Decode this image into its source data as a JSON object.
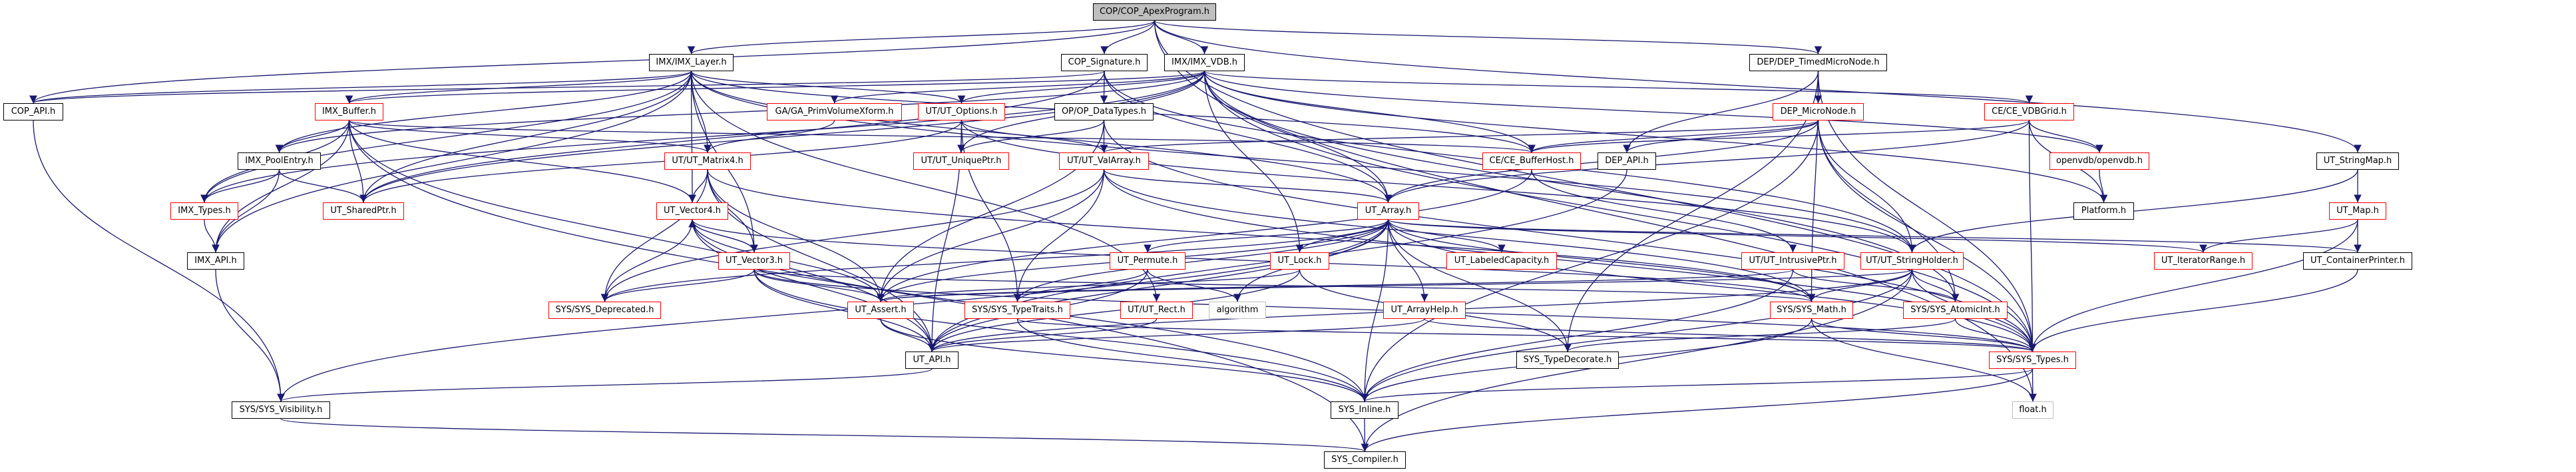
{
  "graph": {
    "title": "COP/COP_ApexProgram.h",
    "edge_color": "#191970",
    "legend_colors": {
      "default_border": "#000000",
      "incomplete_border": "#ff0000",
      "external_border": "#bfbfbf",
      "root_fill": "#bfbfbf"
    },
    "nodes": [
      {
        "id": "root",
        "label": "COP/COP_ApexProgram.h",
        "style": "root"
      },
      {
        "id": "imx_layer",
        "label": "IMX/IMX_Layer.h",
        "style": "black"
      },
      {
        "id": "cop_signature",
        "label": "COP_Signature.h",
        "style": "black"
      },
      {
        "id": "imx_vdb",
        "label": "IMX/IMX_VDB.h",
        "style": "black"
      },
      {
        "id": "dep_timed",
        "label": "DEP/DEP_TimedMicroNode.h",
        "style": "black"
      },
      {
        "id": "cop_api",
        "label": "COP_API.h",
        "style": "black"
      },
      {
        "id": "imx_buffer",
        "label": "IMX_Buffer.h",
        "style": "red"
      },
      {
        "id": "ga_pvx",
        "label": "GA/GA_PrimVolumeXform.h",
        "style": "red"
      },
      {
        "id": "ut_options",
        "label": "UT/UT_Options.h",
        "style": "red"
      },
      {
        "id": "op_datatypes",
        "label": "OP/OP_DataTypes.h",
        "style": "black"
      },
      {
        "id": "dep_micronode",
        "label": "DEP_MicroNode.h",
        "style": "red"
      },
      {
        "id": "ce_vdbgrid",
        "label": "CE/CE_VDBGrid.h",
        "style": "red"
      },
      {
        "id": "imx_poolentry",
        "label": "IMX_PoolEntry.h",
        "style": "black"
      },
      {
        "id": "ut_matrix4",
        "label": "UT/UT_Matrix4.h",
        "style": "red"
      },
      {
        "id": "ut_uniqueptr",
        "label": "UT/UT_UniquePtr.h",
        "style": "red"
      },
      {
        "id": "ut_valarray",
        "label": "UT/UT_ValArray.h",
        "style": "red"
      },
      {
        "id": "ce_bufferhost",
        "label": "CE/CE_BufferHost.h",
        "style": "red"
      },
      {
        "id": "dep_api",
        "label": "DEP_API.h",
        "style": "black"
      },
      {
        "id": "openvdb",
        "label": "openvdb/openvdb.h",
        "style": "red"
      },
      {
        "id": "ut_stringmap",
        "label": "UT_StringMap.h",
        "style": "black"
      },
      {
        "id": "imx_types",
        "label": "IMX_Types.h",
        "style": "red"
      },
      {
        "id": "ut_sharedptr",
        "label": "UT_SharedPtr.h",
        "style": "red"
      },
      {
        "id": "ut_vector4",
        "label": "UT_Vector4.h",
        "style": "red"
      },
      {
        "id": "ut_array",
        "label": "UT_Array.h",
        "style": "red"
      },
      {
        "id": "platform",
        "label": "Platform.h",
        "style": "black"
      },
      {
        "id": "ut_map",
        "label": "UT_Map.h",
        "style": "red"
      },
      {
        "id": "imx_api",
        "label": "IMX_API.h",
        "style": "black"
      },
      {
        "id": "ut_vector3",
        "label": "UT_Vector3.h",
        "style": "red"
      },
      {
        "id": "ut_permute",
        "label": "UT_Permute.h",
        "style": "red"
      },
      {
        "id": "ut_lock",
        "label": "UT_Lock.h",
        "style": "red"
      },
      {
        "id": "ut_labeledcap",
        "label": "UT_LabeledCapacity.h",
        "style": "red"
      },
      {
        "id": "ut_intrusiveptr",
        "label": "UT/UT_IntrusivePtr.h",
        "style": "red"
      },
      {
        "id": "ut_stringholder",
        "label": "UT/UT_StringHolder.h",
        "style": "red"
      },
      {
        "id": "ut_iteratorrange",
        "label": "UT_IteratorRange.h",
        "style": "red"
      },
      {
        "id": "ut_containerprinter",
        "label": "UT_ContainerPrinter.h",
        "style": "black"
      },
      {
        "id": "sys_deprecated",
        "label": "SYS/SYS_Deprecated.h",
        "style": "red"
      },
      {
        "id": "ut_assert",
        "label": "UT_Assert.h",
        "style": "red"
      },
      {
        "id": "sys_typetraits",
        "label": "SYS/SYS_TypeTraits.h",
        "style": "red"
      },
      {
        "id": "ut_rect",
        "label": "UT/UT_Rect.h",
        "style": "red"
      },
      {
        "id": "algorithm",
        "label": "algorithm",
        "style": "gray"
      },
      {
        "id": "ut_arrayhelp",
        "label": "UT_ArrayHelp.h",
        "style": "red"
      },
      {
        "id": "sys_math",
        "label": "SYS/SYS_Math.h",
        "style": "red"
      },
      {
        "id": "sys_atomicint",
        "label": "SYS/SYS_AtomicInt.h",
        "style": "red"
      },
      {
        "id": "ut_api",
        "label": "UT_API.h",
        "style": "black"
      },
      {
        "id": "sys_typedecorate",
        "label": "SYS_TypeDecorate.h",
        "style": "black"
      },
      {
        "id": "sys_types",
        "label": "SYS/SYS_Types.h",
        "style": "red"
      },
      {
        "id": "sys_visibility",
        "label": "SYS/SYS_Visibility.h",
        "style": "black"
      },
      {
        "id": "sys_inline",
        "label": "SYS_Inline.h",
        "style": "black"
      },
      {
        "id": "float_h",
        "label": "float.h",
        "style": "gray"
      },
      {
        "id": "sys_compiler",
        "label": "SYS_Compiler.h",
        "style": "black"
      }
    ],
    "edges": [
      [
        "root",
        "imx_layer"
      ],
      [
        "root",
        "cop_signature"
      ],
      [
        "root",
        "imx_vdb"
      ],
      [
        "root",
        "dep_timed"
      ],
      [
        "root",
        "cop_api"
      ],
      [
        "root",
        "ut_stringmap"
      ],
      [
        "root",
        "sys_types"
      ],
      [
        "root",
        "float_h"
      ],
      [
        "imx_layer",
        "cop_api"
      ],
      [
        "imx_layer",
        "imx_buffer"
      ],
      [
        "imx_layer",
        "imx_poolentry"
      ],
      [
        "imx_layer",
        "imx_types"
      ],
      [
        "imx_layer",
        "imx_api"
      ],
      [
        "imx_layer",
        "ut_sharedptr"
      ],
      [
        "imx_layer",
        "ut_matrix4"
      ],
      [
        "imx_layer",
        "ut_vector4"
      ],
      [
        "imx_layer",
        "ut_vector3"
      ],
      [
        "imx_layer",
        "ut_options"
      ],
      [
        "imx_layer",
        "ut_array"
      ],
      [
        "imx_layer",
        "ut_rect"
      ],
      [
        "imx_layer",
        "ce_bufferhost"
      ],
      [
        "imx_layer",
        "ut_stringholder"
      ],
      [
        "cop_signature",
        "cop_api"
      ],
      [
        "cop_signature",
        "op_datatypes"
      ],
      [
        "cop_signature",
        "ut_array"
      ],
      [
        "cop_signature",
        "ut_stringholder"
      ],
      [
        "cop_signature",
        "ut_sharedptr"
      ],
      [
        "imx_vdb",
        "imx_buffer"
      ],
      [
        "imx_vdb",
        "ga_pvx"
      ],
      [
        "imx_vdb",
        "ut_options"
      ],
      [
        "imx_vdb",
        "ut_uniqueptr"
      ],
      [
        "imx_vdb",
        "ce_vdbgrid"
      ],
      [
        "imx_vdb",
        "ce_bufferhost"
      ],
      [
        "imx_vdb",
        "openvdb"
      ],
      [
        "imx_vdb",
        "ut_lock"
      ],
      [
        "imx_vdb",
        "ut_array"
      ],
      [
        "imx_vdb",
        "ut_sharedptr"
      ],
      [
        "imx_vdb",
        "imx_types"
      ],
      [
        "imx_vdb",
        "imx_poolentry"
      ],
      [
        "imx_vdb",
        "sys_types"
      ],
      [
        "imx_vdb",
        "sys_atomicint"
      ],
      [
        "imx_vdb",
        "platform"
      ],
      [
        "dep_timed",
        "dep_micronode"
      ],
      [
        "dep_timed",
        "dep_api"
      ],
      [
        "dep_timed",
        "sys_typedecorate"
      ],
      [
        "dep_timed",
        "sys_types"
      ],
      [
        "dep_timed",
        "sys_math"
      ],
      [
        "cop_api",
        "sys_visibility"
      ],
      [
        "imx_buffer",
        "imx_poolentry"
      ],
      [
        "imx_buffer",
        "imx_types"
      ],
      [
        "imx_buffer",
        "imx_api"
      ],
      [
        "imx_buffer",
        "ut_sharedptr"
      ],
      [
        "imx_buffer",
        "ut_vector4"
      ],
      [
        "imx_buffer",
        "ut_matrix4"
      ],
      [
        "imx_buffer",
        "ce_bufferhost"
      ],
      [
        "imx_buffer",
        "ut_api"
      ],
      [
        "imx_buffer",
        "sys_compiler"
      ],
      [
        "ga_pvx",
        "ut_matrix4"
      ],
      [
        "ut_options",
        "ut_uniqueptr"
      ],
      [
        "ut_options",
        "ut_valarray"
      ],
      [
        "ut_options",
        "ut_stringholder"
      ],
      [
        "ut_options",
        "sys_typetraits"
      ],
      [
        "ut_options",
        "ut_api"
      ],
      [
        "ut_options",
        "ut_sharedptr"
      ],
      [
        "op_datatypes",
        "ut_uniqueptr"
      ],
      [
        "op_datatypes",
        "ut_valarray"
      ],
      [
        "op_datatypes",
        "sys_types"
      ],
      [
        "op_datatypes",
        "ut_assert"
      ],
      [
        "dep_micronode",
        "dep_api"
      ],
      [
        "dep_micronode",
        "ce_bufferhost"
      ],
      [
        "dep_micronode",
        "ut_valarray"
      ],
      [
        "dep_micronode",
        "ut_array"
      ],
      [
        "dep_micronode",
        "ut_stringholder"
      ],
      [
        "dep_micronode",
        "sys_types"
      ],
      [
        "dep_micronode",
        "sys_atomicint"
      ],
      [
        "dep_micronode",
        "sys_inline"
      ],
      [
        "ce_vdbgrid",
        "openvdb"
      ],
      [
        "ce_vdbgrid",
        "platform"
      ],
      [
        "ce_vdbgrid",
        "ce_bufferhost"
      ],
      [
        "ce_vdbgrid",
        "ut_array"
      ],
      [
        "ce_vdbgrid",
        "sys_types"
      ],
      [
        "imx_poolentry",
        "imx_types"
      ],
      [
        "imx_poolentry",
        "imx_api"
      ],
      [
        "imx_poolentry",
        "ut_sharedptr"
      ],
      [
        "ut_matrix4",
        "ut_vector4"
      ],
      [
        "ut_matrix4",
        "ut_vector3"
      ],
      [
        "ut_matrix4",
        "ut_assert"
      ],
      [
        "ut_matrix4",
        "sys_math"
      ],
      [
        "ut_matrix4",
        "ut_api"
      ],
      [
        "ut_matrix4",
        "sys_deprecated"
      ],
      [
        "ut_valarray",
        "ut_array"
      ],
      [
        "ut_valarray",
        "sys_typetraits"
      ],
      [
        "ut_valarray",
        "ut_assert"
      ],
      [
        "ut_valarray",
        "sys_deprecated"
      ],
      [
        "ut_valarray",
        "sys_math"
      ],
      [
        "ut_valarray",
        "sys_types"
      ],
      [
        "ce_bufferhost",
        "ut_intrusiveptr"
      ],
      [
        "ce_bufferhost",
        "ut_assert"
      ],
      [
        "dep_api",
        "ut_api"
      ],
      [
        "openvdb",
        "platform"
      ],
      [
        "ut_stringmap",
        "ut_map"
      ],
      [
        "ut_stringmap",
        "ut_stringholder"
      ],
      [
        "imx_types",
        "imx_api"
      ],
      [
        "imx_api",
        "sys_visibility"
      ],
      [
        "ut_vector4",
        "ut_vector3"
      ],
      [
        "ut_vector4",
        "ut_assert"
      ],
      [
        "ut_vector4",
        "sys_deprecated"
      ],
      [
        "ut_vector4",
        "ut_api"
      ],
      [
        "ut_vector4",
        "sys_math"
      ],
      [
        "ut_vector4",
        "sys_inline"
      ],
      [
        "ut_vector3",
        "ut_vector4"
      ],
      [
        "ut_vector3",
        "sys_deprecated"
      ],
      [
        "ut_vector3",
        "ut_assert"
      ],
      [
        "ut_vector3",
        "ut_api"
      ],
      [
        "ut_vector3",
        "sys_math"
      ],
      [
        "ut_vector3",
        "sys_inline"
      ],
      [
        "ut_vector3",
        "sys_types"
      ],
      [
        "ut_array",
        "ut_permute"
      ],
      [
        "ut_array",
        "ut_lock"
      ],
      [
        "ut_array",
        "ut_labeledcap"
      ],
      [
        "ut_array",
        "ut_arrayhelp"
      ],
      [
        "ut_array",
        "ut_iteratorrange"
      ],
      [
        "ut_array",
        "ut_containerprinter"
      ],
      [
        "ut_array",
        "sys_typetraits"
      ],
      [
        "ut_array",
        "algorithm"
      ],
      [
        "ut_array",
        "ut_assert"
      ],
      [
        "ut_array",
        "ut_api"
      ],
      [
        "ut_array",
        "sys_math"
      ],
      [
        "ut_array",
        "sys_types"
      ],
      [
        "ut_array",
        "sys_inline"
      ],
      [
        "ut_array",
        "sys_typedecorate"
      ],
      [
        "ut_array",
        "sys_deprecated"
      ],
      [
        "ut_array",
        "sys_visibility"
      ],
      [
        "ut_map",
        "ut_iteratorrange"
      ],
      [
        "ut_map",
        "ut_containerprinter"
      ],
      [
        "ut_map",
        "sys_types"
      ],
      [
        "ut_permute",
        "sys_typetraits"
      ],
      [
        "ut_permute",
        "algorithm"
      ],
      [
        "ut_permute",
        "ut_api"
      ],
      [
        "ut_lock",
        "ut_assert"
      ],
      [
        "ut_lock",
        "ut_api"
      ],
      [
        "ut_lock",
        "sys_typedecorate"
      ],
      [
        "ut_intrusiveptr",
        "sys_atomicint"
      ],
      [
        "ut_intrusiveptr",
        "sys_inline"
      ],
      [
        "ut_intrusiveptr",
        "ut_assert"
      ],
      [
        "ut_stringholder",
        "sys_math"
      ],
      [
        "ut_stringholder",
        "sys_atomicint"
      ],
      [
        "ut_stringholder",
        "sys_types"
      ],
      [
        "ut_stringholder",
        "ut_assert"
      ],
      [
        "ut_stringholder",
        "sys_inline"
      ],
      [
        "ut_stringholder",
        "ut_api"
      ],
      [
        "ut_stringholder",
        "sys_compiler"
      ],
      [
        "ut_containerprinter",
        "sys_types"
      ],
      [
        "ut_assert",
        "ut_api"
      ],
      [
        "ut_assert",
        "sys_inline"
      ],
      [
        "sys_typetraits",
        "sys_types"
      ],
      [
        "sys_typetraits",
        "sys_inline"
      ],
      [
        "ut_rect",
        "ut_api"
      ],
      [
        "ut_arrayhelp",
        "ut_api"
      ],
      [
        "ut_arrayhelp",
        "sys_types"
      ],
      [
        "sys_math",
        "sys_types"
      ],
      [
        "sys_math",
        "float_h"
      ],
      [
        "sys_math",
        "sys_inline"
      ],
      [
        "sys_atomicint",
        "sys_types"
      ],
      [
        "sys_atomicint",
        "sys_typedecorate"
      ],
      [
        "ut_api",
        "sys_visibility"
      ],
      [
        "sys_types",
        "float_h"
      ],
      [
        "sys_types",
        "sys_inline"
      ],
      [
        "sys_types",
        "sys_compiler"
      ],
      [
        "sys_visibility",
        "sys_compiler"
      ],
      [
        "sys_inline",
        "sys_compiler"
      ]
    ]
  }
}
